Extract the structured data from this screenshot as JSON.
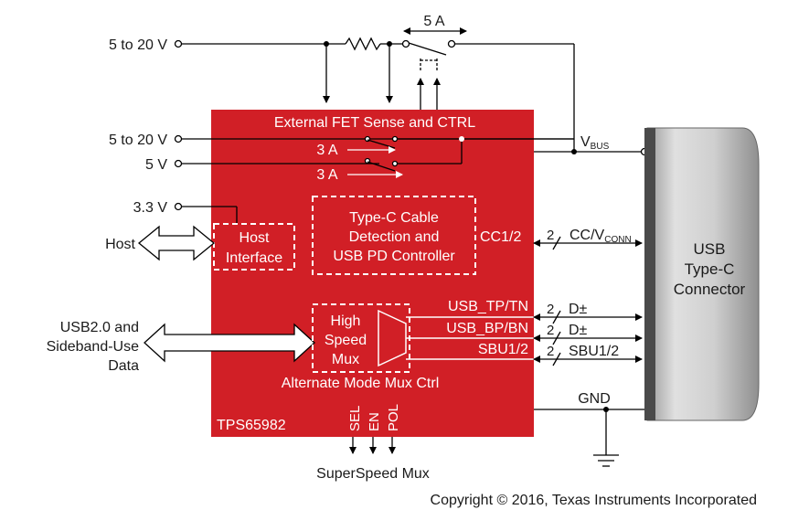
{
  "inputs": {
    "vin_a": "5 to 20 V",
    "vin_b": "5 to 20 V",
    "vin_c": "5 V",
    "vin_d": "3.3 V",
    "host": "Host",
    "usb_data_1": "USB2.0 and",
    "usb_data_2": "Sideband-Use",
    "usb_data_3": "Data"
  },
  "top": {
    "current_limit": "5 A"
  },
  "chip": {
    "name": "TPS65982",
    "fet_title": "External FET Sense and  CTRL",
    "switch_3a_1": "3 A",
    "switch_3a_2": "3 A",
    "host_if_1": "Host",
    "host_if_2": "Interface",
    "pd_1": "Type-C Cable",
    "pd_2": "Detection and",
    "pd_3": "USB PD Controller",
    "cc_pin": "CC1/2",
    "mux_1": "High",
    "mux_2": "Speed",
    "mux_3": "Mux",
    "tp_pin": "USB_TP/TN",
    "bp_pin": "USB_BP/BN",
    "sbu_pin": "SBU1/2",
    "alt_mode": "Alternate Mode Mux Ctrl",
    "sel_pin": "SEL",
    "en_pin": "EN",
    "pol_pin": "POL"
  },
  "signals": {
    "vbus_main": "V",
    "vbus_sub": "BUS",
    "cc_count": "2",
    "cc_main": "CC/V",
    "cc_sub": "CONN",
    "dp1_count": "2",
    "dp1_label": "D±",
    "dp2_count": "2",
    "dp2_label": "D±",
    "sbu_count": "2",
    "sbu_label": "SBU1/2",
    "gnd": "GND"
  },
  "connector": {
    "line1": "USB",
    "line2": "Type-C",
    "line3": "Connector"
  },
  "bottom": {
    "superspeed": "SuperSpeed Mux",
    "copyright": "Copyright © 2016, Texas Instruments Incorporated"
  },
  "colors": {
    "chip_red": "#d11f26",
    "connector_gray": "#bdbdbd",
    "connector_dark": "#4a4a4a",
    "line": "#000000"
  }
}
